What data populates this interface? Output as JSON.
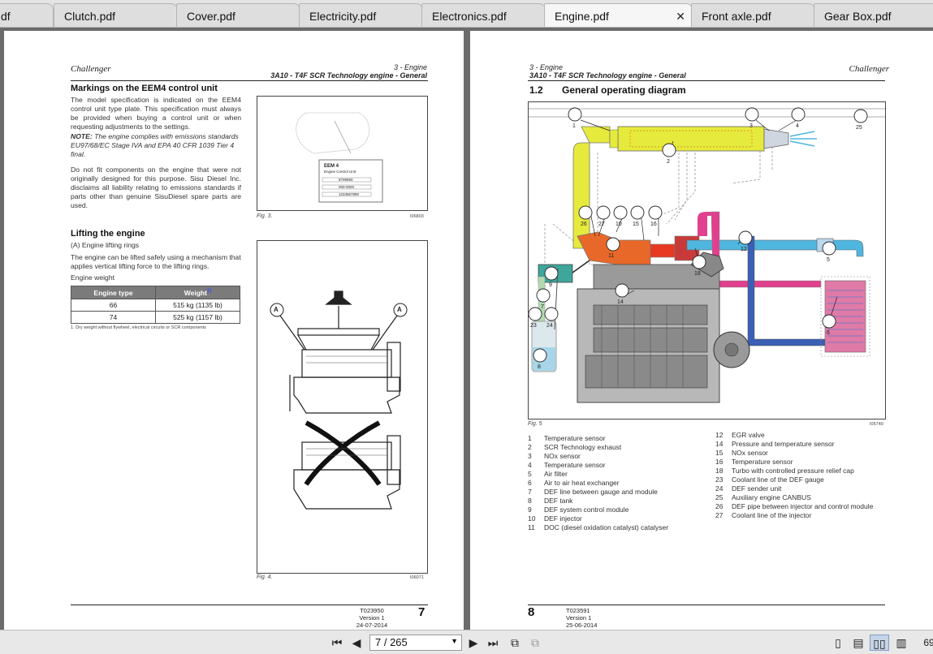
{
  "tabs": [
    {
      "label": "df",
      "left": 0,
      "width": 66,
      "active": false
    },
    {
      "label": "Clutch.pdf",
      "active": false
    },
    {
      "label": "Cover.pdf",
      "active": false
    },
    {
      "label": "Electricity.pdf",
      "active": false
    },
    {
      "label": "Electronics.pdf",
      "active": false
    },
    {
      "label": "Engine.pdf",
      "active": true
    },
    {
      "label": "Front axle.pdf",
      "active": false
    },
    {
      "label": "Gear  Box.pdf",
      "active": false
    }
  ],
  "page7": {
    "brand": "Challenger",
    "section": "3 - Engine",
    "doc_title": "3A10 - T4F SCR Technology engine - General",
    "h_markings": "Markings on the EEM4 control unit",
    "p1": "The model specification is indicated on the EEM4 control unit type plate. This specification must always be provided when buying a control unit or when requesting adjustments to the settings.",
    "note_label": "NOTE:",
    "note_text": " The engine complies with emissions standards EU97/68/EC Stage IVA and EPA 40 CFR 1039 Tier 4 final.",
    "p2": "Do not fit components on the engine that were not originally designed for this purpose. Sisu Diesel Inc. disclaims all liability relating to emissions standards if parts other than genuine SisuDiesel spare parts are used.",
    "fig3_caption": "Fig. 3.",
    "fig3_id": "I06803",
    "plate_title": "EEM 4",
    "plate_sub": "Engine Control Unit",
    "plate_vals": [
      "8709950",
      "000-0000",
      "1234567890"
    ],
    "h_lifting": "Lifting the engine",
    "lift_item": "(A)    Engine lifting rings",
    "p3": "The engine can be lifted safely using a mechanism that applies vertical lifting force to the lifting rings.",
    "weight_label": "Engine weight",
    "table_headers": [
      "Engine type",
      "Weight"
    ],
    "table_sup": "1)",
    "table_rows": [
      [
        "66",
        "515 kg (1135 lb)"
      ],
      [
        "74",
        "525 kg (1157 lb)"
      ]
    ],
    "table_note": "1.    Dry weight without flywheel, electrical circuits or SCR components",
    "fig4_caption": "Fig. 4.",
    "fig4_id": "I06071",
    "fig4_callout": "A",
    "foot_code": "T023950",
    "foot_version": "Version 1",
    "foot_date": "24-07-2014",
    "page_number": "7"
  },
  "page8": {
    "brand": "Challenger",
    "section": "3 - Engine",
    "doc_title": "3A10 - T4F SCR Technology engine - General",
    "h_num": "1.2",
    "h_text": "General operating diagram",
    "fig5_caption": "Fig. 5",
    "fig5_id": "I05749",
    "callouts": [
      "1",
      "2",
      "3",
      "4",
      "25",
      "26",
      "27",
      "10",
      "15",
      "16",
      "11",
      "12",
      "5",
      "9",
      "18",
      "14",
      "7",
      "23",
      "24",
      "6",
      "8"
    ],
    "legend_left": [
      [
        "1",
        "Temperature sensor"
      ],
      [
        "2",
        "SCR Technology exhaust"
      ],
      [
        "3",
        "NOx sensor"
      ],
      [
        "4",
        "Temperature sensor"
      ],
      [
        "5",
        "Air filter"
      ],
      [
        "6",
        "Air to air heat exchanger"
      ],
      [
        "7",
        "DEF line between gauge and module"
      ],
      [
        "8",
        "DEF tank"
      ],
      [
        "9",
        "DEF system control module"
      ],
      [
        "10",
        "DEF injector"
      ],
      [
        "11",
        "DOC (diesel oxidation catalyst) catalyser"
      ]
    ],
    "legend_right": [
      [
        "12",
        "EGR valve"
      ],
      [
        "14",
        "Pressure and temperature sensor"
      ],
      [
        "15",
        "NOx sensor"
      ],
      [
        "16",
        "Temperature sensor"
      ],
      [
        "18",
        "Turbo with controlled pressure relief cap"
      ],
      [
        "23",
        "Coolant line of the DEF gauge"
      ],
      [
        "24",
        "DEF sender unit"
      ],
      [
        "25",
        "Auxiliary engine CANBUS"
      ],
      [
        "26",
        "DEF pipe between injector and control module"
      ],
      [
        "27",
        "Coolant line of the injector"
      ]
    ],
    "foot_code": "T023591",
    "foot_version": "Version 1",
    "foot_date": "25-06-2014",
    "page_number": "8"
  },
  "toolbar": {
    "page_field": "7 / 265",
    "zoom": "69"
  },
  "colors": {
    "exhaust_yellow": "#e6ea3c",
    "hot_red": "#e83a22",
    "intake_blue": "#4fb6df",
    "coolant_pink": "#e0408e",
    "cooled_blue": "#3a5fb5",
    "def_teal": "#3fa69b",
    "table_header": "#7b7b7b"
  }
}
